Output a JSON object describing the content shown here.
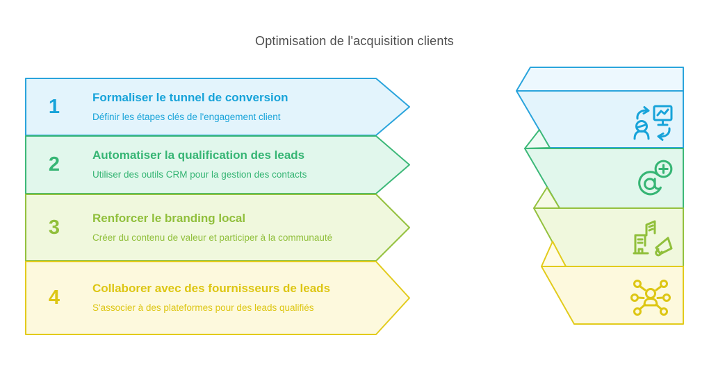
{
  "title": "Optimisation de l'acquisition clients",
  "banners": [
    {
      "number": "1",
      "title": "Formaliser le tunnel de conversion",
      "subtitle": "Définir les étapes clés de l'engagement client",
      "color": "#17a3d9",
      "border": "#2aa4dc",
      "fill": "#e3f4fc",
      "fill_light": "#edf8fe",
      "icon": "user-dashboard-sync-icon"
    },
    {
      "number": "2",
      "title": "Automatiser la qualification des leads",
      "subtitle": "Utiliser des outils CRM pour la gestion des contacts",
      "color": "#36b574",
      "border": "#3cb878",
      "fill": "#e1f7ec",
      "fill_light": "#eefaf4",
      "icon": "mention-add-icon"
    },
    {
      "number": "3",
      "title": "Renforcer le branding local",
      "subtitle": "Créer du contenu de valeur et participer à la communauté",
      "color": "#90bf3b",
      "border": "#94c13e",
      "fill": "#f0f8dd",
      "fill_light": "#f6fae6",
      "icon": "building-megaphone-icon"
    },
    {
      "number": "4",
      "title": "Collaborer avec des fournisseurs de leads",
      "subtitle": "S'associer à des plateformes pour des leads qualifiés",
      "color": "#ddc613",
      "border": "#e2cb1c",
      "fill": "#fdf9dd",
      "fill_light": "#fefbe8",
      "icon": "people-network-icon"
    }
  ]
}
